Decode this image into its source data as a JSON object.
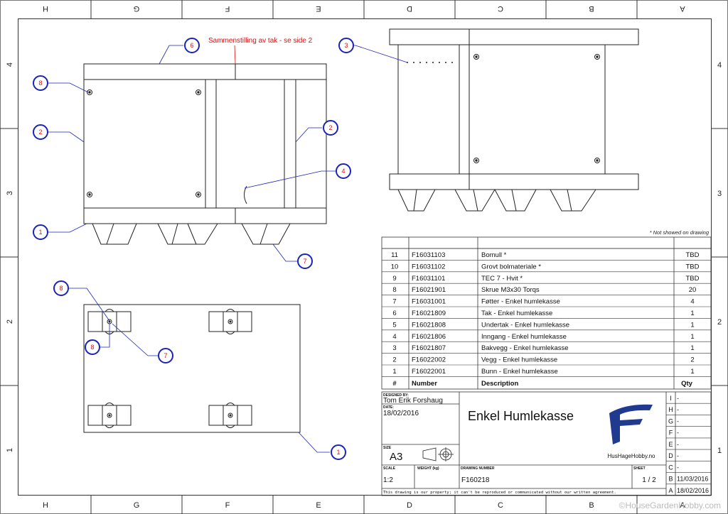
{
  "border": {
    "columns": [
      "H",
      "G",
      "F",
      "E",
      "D",
      "C",
      "B",
      "A"
    ],
    "rows": [
      "4",
      "3",
      "2",
      "1"
    ]
  },
  "notes": {
    "assembly_note": "Sammenstilling av tak - se side 2",
    "not_showed": "* Not showed on drawing"
  },
  "callouts": [
    {
      "id": "c6",
      "num": "6"
    },
    {
      "id": "c8a",
      "num": "8"
    },
    {
      "id": "c2a",
      "num": "2"
    },
    {
      "id": "c1a",
      "num": "1"
    },
    {
      "id": "c2b",
      "num": "2"
    },
    {
      "id": "c4",
      "num": "4"
    },
    {
      "id": "c7a",
      "num": "7"
    },
    {
      "id": "c3",
      "num": "3"
    },
    {
      "id": "c8b",
      "num": "8"
    },
    {
      "id": "c8c",
      "num": "8"
    },
    {
      "id": "c7b",
      "num": "7"
    },
    {
      "id": "c1b",
      "num": "1"
    }
  ],
  "bom": {
    "header": {
      "num": "#",
      "number": "Number",
      "description": "Description",
      "qty": "Qty"
    },
    "rows": [
      {
        "num": "11",
        "number": "F16031103",
        "description": "Bomull *",
        "qty": "TBD"
      },
      {
        "num": "10",
        "number": "F16031102",
        "description": "Grovt bolmateriale *",
        "qty": "TBD"
      },
      {
        "num": "9",
        "number": "F16031101",
        "description": "TEC 7 - Hvit *",
        "qty": "TBD"
      },
      {
        "num": "8",
        "number": "F16021901",
        "description": "Skrue M3x30 Torqs",
        "qty": "20"
      },
      {
        "num": "7",
        "number": "F16031001",
        "description": "Føtter - Enkel humlekasse",
        "qty": "4"
      },
      {
        "num": "6",
        "number": "F16021809",
        "description": "Tak - Enkel humlekasse",
        "qty": "1"
      },
      {
        "num": "5",
        "number": "F16021808",
        "description": "Undertak - Enkel humlekasse",
        "qty": "1"
      },
      {
        "num": "4",
        "number": "F16021806",
        "description": "Inngang - Enkel humlekasse",
        "qty": "1"
      },
      {
        "num": "3",
        "number": "F16021807",
        "description": "Bakvegg - Enkel humlekasse",
        "qty": "1"
      },
      {
        "num": "2",
        "number": "F16022002",
        "description": "Vegg - Enkel humlekasse",
        "qty": "2"
      },
      {
        "num": "1",
        "number": "F16022001",
        "description": "Bunn - Enkel humlekasse",
        "qty": "1"
      }
    ]
  },
  "title_block": {
    "designed_by_label": "DESIGNED BY:",
    "designed_by": "Tom Erik Forshaug",
    "date_label": "DATE:",
    "date": "18/02/2016",
    "title": "Enkel Humlekasse",
    "size_label": "SIZE",
    "size": "A3",
    "scale_label": "SCALE",
    "scale": "1:2",
    "weight_label": "WEIGHT (kg)",
    "drawing_number_label": "DRAWING NUMBER",
    "drawing_number": "F160218",
    "sheet_label": "SHEET",
    "sheet": "1 / 2",
    "logo_text": "HusHageHobby.no",
    "disclaimer": "This drawing is our property; it can't be reproduced or communicated without our written agreement.",
    "revisions": [
      {
        "letter": "I",
        "value": "-"
      },
      {
        "letter": "H",
        "value": "-"
      },
      {
        "letter": "G",
        "value": "-"
      },
      {
        "letter": "F",
        "value": "-"
      },
      {
        "letter": "E",
        "value": "-"
      },
      {
        "letter": "D",
        "value": "-"
      },
      {
        "letter": "C",
        "value": "-"
      },
      {
        "letter": "B",
        "value": "11/03/2016"
      },
      {
        "letter": "A",
        "value": "18/02/2016"
      }
    ]
  },
  "watermark": "©HouseGardenHobby.com",
  "colors": {
    "callout": "#1a24b8",
    "note": "#d11111",
    "logo": "#1f3a8f"
  }
}
